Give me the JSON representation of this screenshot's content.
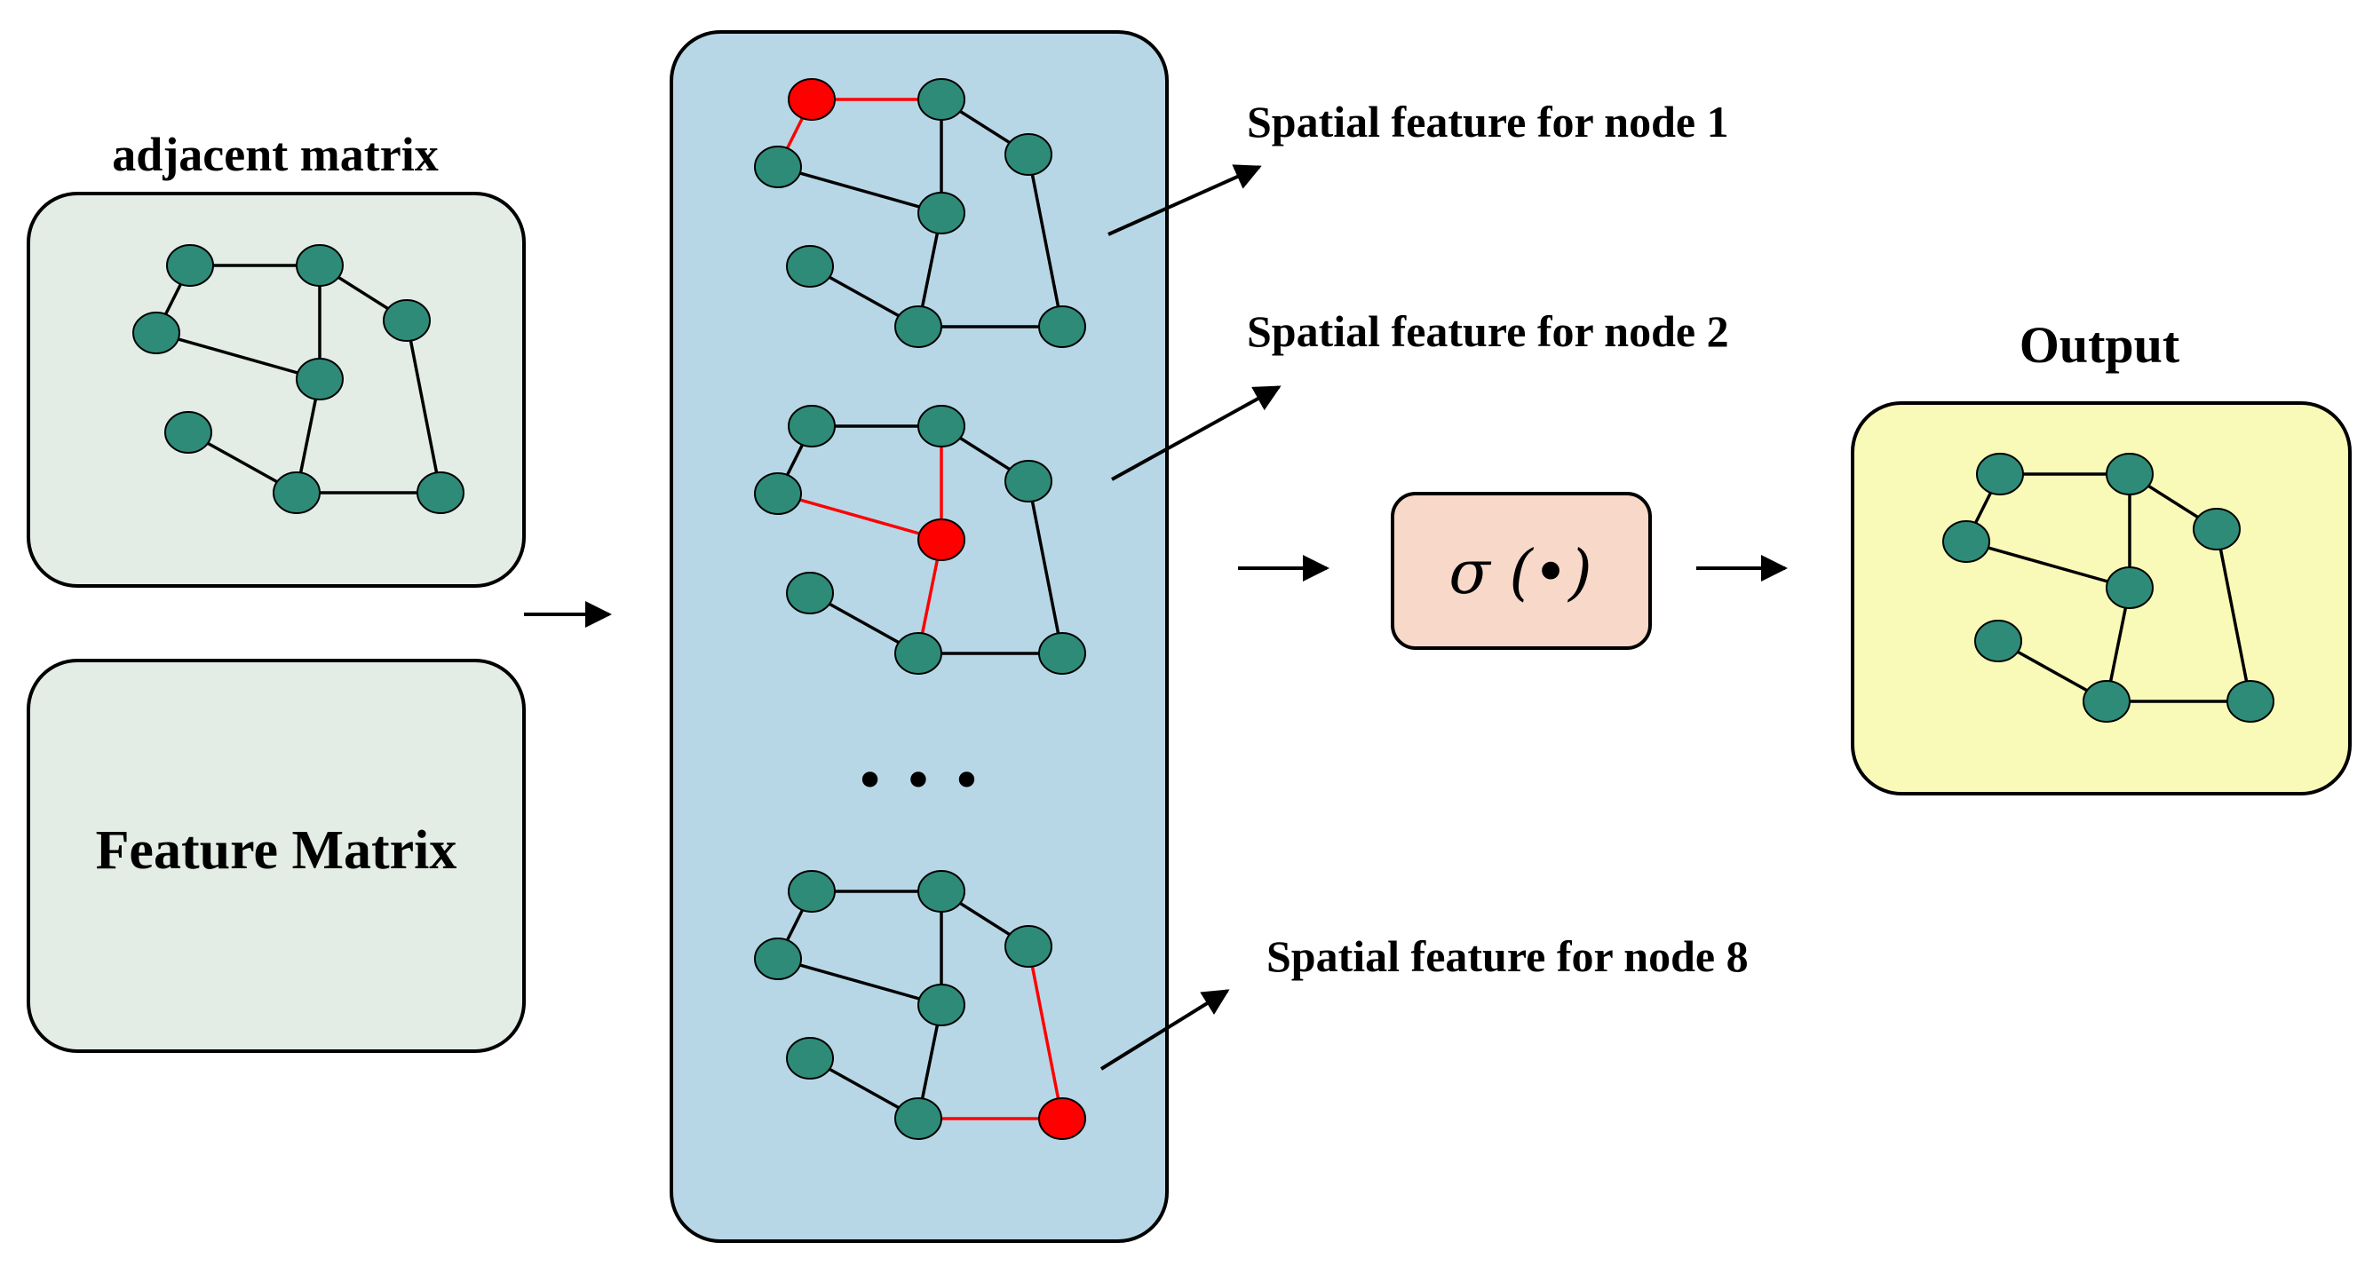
{
  "labels": {
    "adjacent_matrix": "adjacent matrix",
    "feature_matrix": "Feature Matrix",
    "output": "Output",
    "spatial_1": "Spatial feature for node 1",
    "spatial_2": "Spatial feature for node 2",
    "spatial_8": "Spatial feature for node 8",
    "ellipsis": "• • •",
    "activation": "σ (•)"
  },
  "colors": {
    "panel_adjacent": "#e3ede6",
    "panel_feature": "#e3ede6",
    "panel_middle": "#b8d7e6",
    "panel_activation": "#f8d8c8",
    "panel_output": "#fafab8",
    "node": "#2e8b78",
    "highlight": "#ff0000",
    "edge": "#000000"
  },
  "graph": {
    "nodes": [
      "n1",
      "n2",
      "n3",
      "n4",
      "n5",
      "n6",
      "n7",
      "n8"
    ],
    "edges": [
      [
        "n1",
        "n2"
      ],
      [
        "n1",
        "n3"
      ],
      [
        "n2",
        "n4"
      ],
      [
        "n2",
        "n5"
      ],
      [
        "n3",
        "n5"
      ],
      [
        "n5",
        "n7"
      ],
      [
        "n6",
        "n7"
      ],
      [
        "n7",
        "n8"
      ],
      [
        "n4",
        "n8"
      ]
    ]
  },
  "highlighted_copies": [
    {
      "focus": "n1",
      "caption": "Spatial feature for node 1"
    },
    {
      "focus": "n5",
      "caption": "Spatial feature for node 2"
    },
    {
      "focus": "n8",
      "caption": "Spatial feature for node 8"
    }
  ]
}
